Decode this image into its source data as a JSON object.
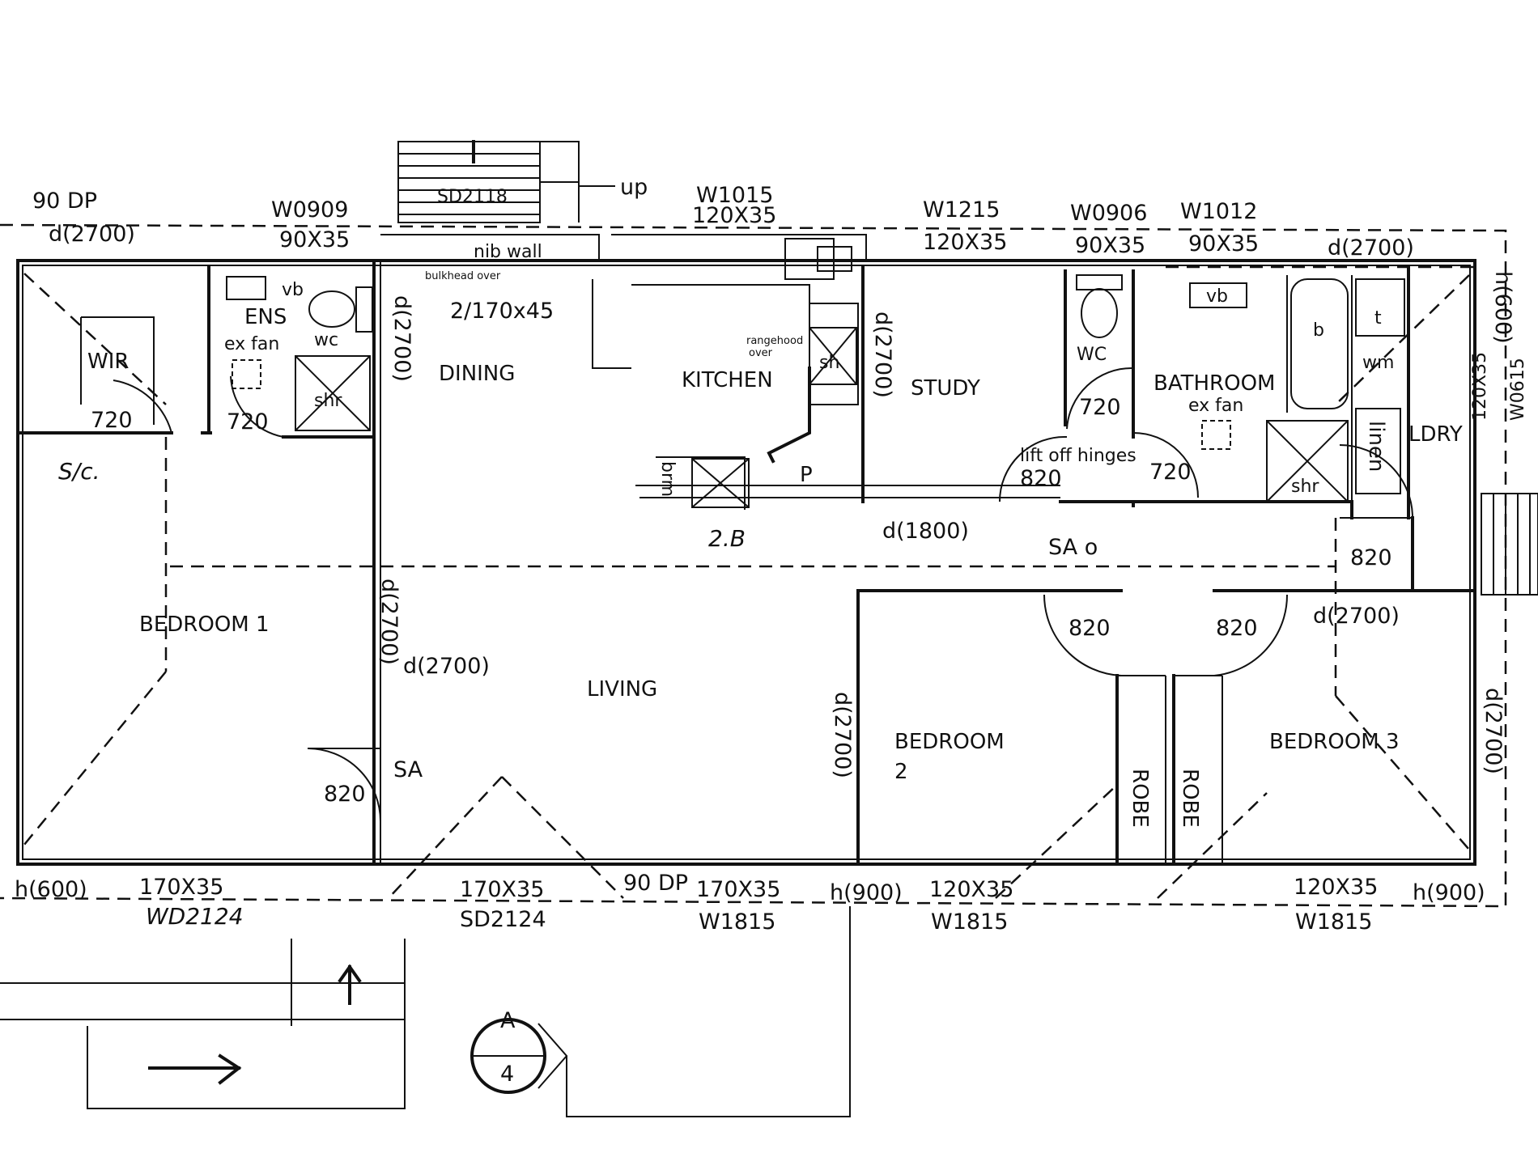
{
  "rooms": {
    "wir": "WIR",
    "ens": "ENS",
    "bedroom1": "BEDROOM 1",
    "dining": "DINING",
    "kitchen": "KITCHEN",
    "study": "STUDY",
    "bathroom": "BATHROOM",
    "ldry": "LDRY",
    "living": "LIVING",
    "bedroom2_line1": "BEDROOM",
    "bedroom2_line2": "2",
    "bedroom3": "BEDROOM 3",
    "robe": "ROBE",
    "linen": "linen",
    "p": "P",
    "brm": "brm"
  },
  "fixtures": {
    "vb": "vb",
    "wc": "wc",
    "wc_upper": "WC",
    "shr": "shr",
    "sh": "sh",
    "vb_bath": "vb",
    "bath": "b",
    "tub": "t",
    "wm": "wm",
    "ex_fan": "ex fan",
    "rangehood": "rangehood",
    "rangehood_over": "over",
    "nib_wall": "nib wall",
    "bulkhead": "bulkhead over",
    "beam": "2/170x45",
    "lift_off": "lift off hinges",
    "sa": "SA",
    "sa_hall": "SA o",
    "up": "up",
    "sd_top": "SD2118",
    "section_letter": "A",
    "section_number": "4",
    "dp_top": "90 DP",
    "dp_bottom": "90 DP"
  },
  "dimensions": {
    "d2700": "d(2700)",
    "d1800": "d(1800)",
    "w0909": "W0909",
    "s90x35": "90X35",
    "w1015": "W1015",
    "s120x35": "120X35",
    "w1215": "W1215",
    "w0906": "W0906",
    "w1012": "W1012",
    "h600": "h(600)",
    "h900": "h(900)",
    "h900r": "h(900)",
    "s170x35": "170X35",
    "s170x35b": "170X35",
    "s170x35c": "170X35",
    "s120x35b": "120X35",
    "s120x35c": "120X35",
    "w1815": "W1815",
    "sd2124": "SD2124",
    "wd2124": "WD2124",
    "h600v": "h(600)",
    "s120x35v": "120X35",
    "w0615": "W0615",
    "d720": "720",
    "d820": "820"
  },
  "handwriting": {
    "sc": "S/c.",
    "note": "2.B"
  }
}
